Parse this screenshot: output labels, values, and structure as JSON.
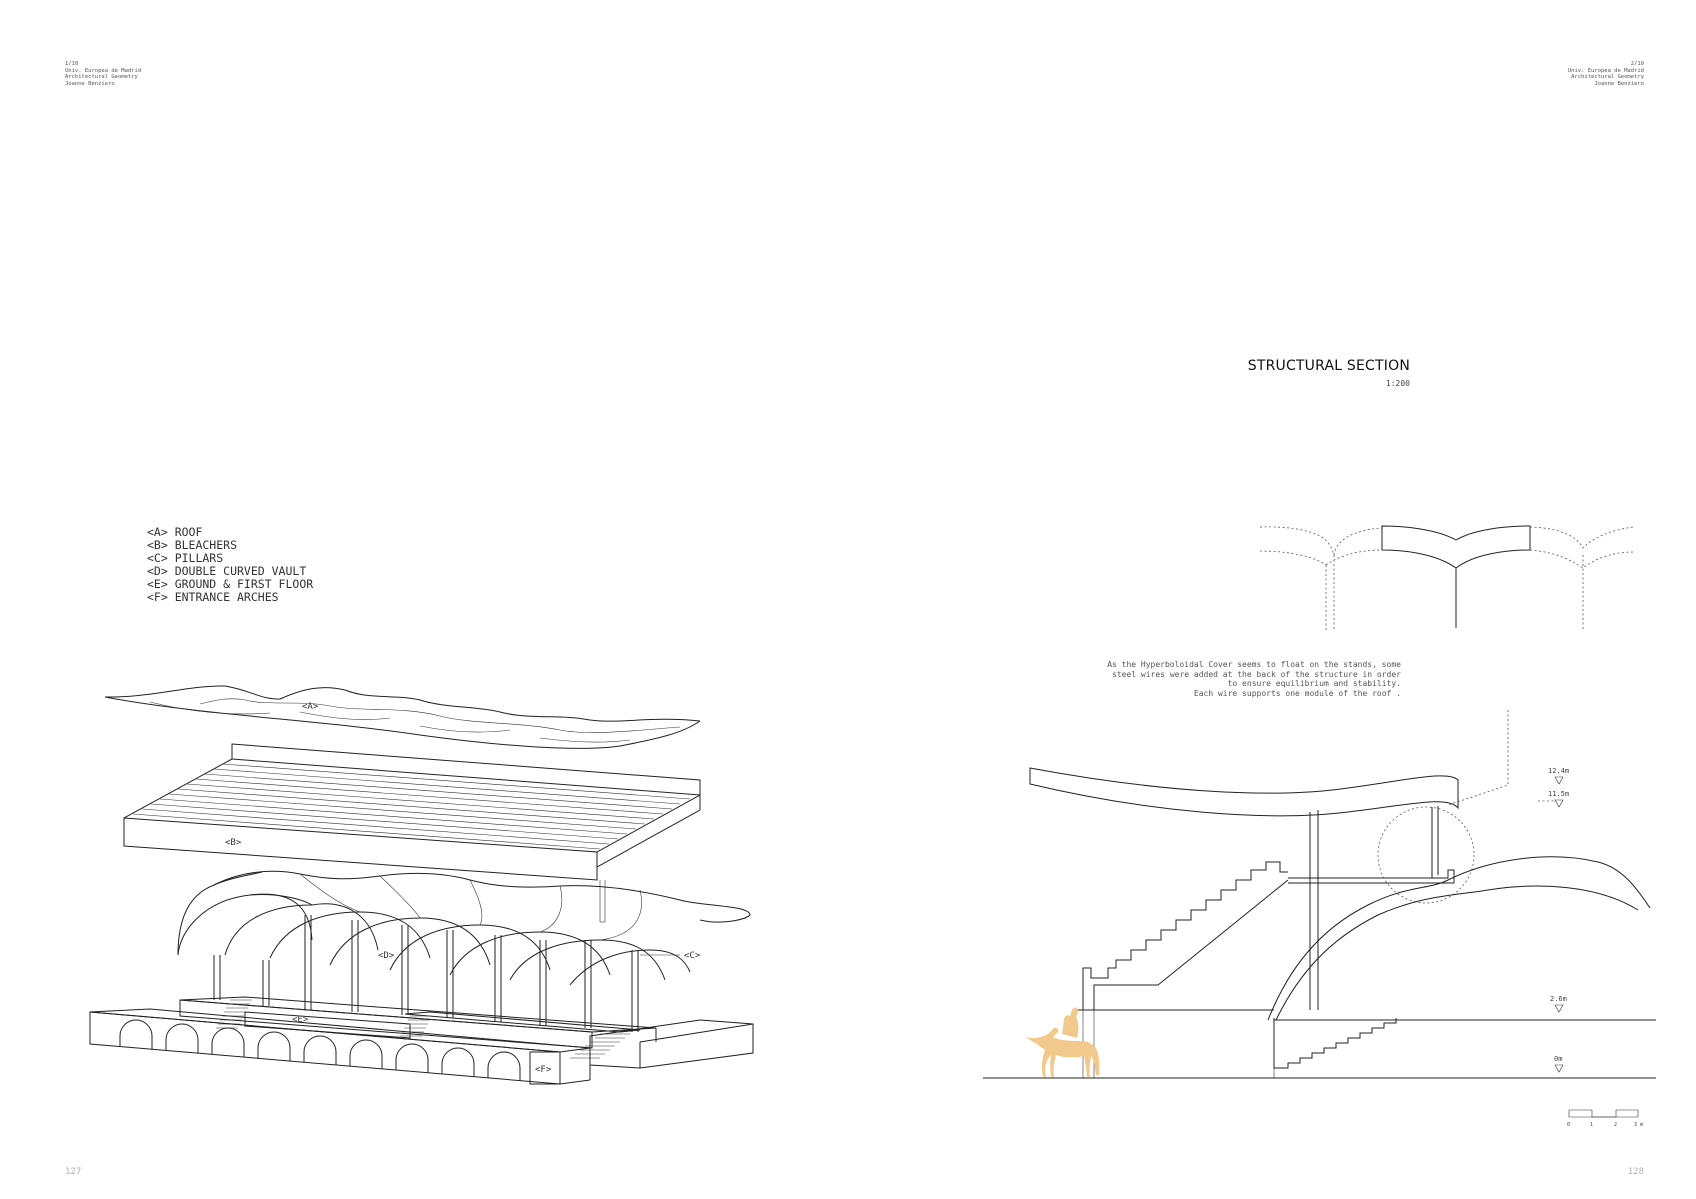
{
  "left_page": {
    "header": [
      "1/10",
      "Univ. Europea de Madrid",
      "Architectural Geometry",
      "Joanne Benziero"
    ],
    "legend": [
      "<A> ROOF",
      "<B> BLEACHERS",
      "<C> PILLARS",
      "<D> DOUBLE CURVED VAULT",
      "<E> GROUND & FIRST FLOOR",
      "<F> ENTRANCE ARCHES"
    ],
    "labels": {
      "a": "<A>",
      "b": "<B>",
      "c": "<C>",
      "d": "<D>",
      "e": "<E>",
      "f": "<F>"
    },
    "page_number": "127"
  },
  "right_page": {
    "header": [
      "2/10",
      "Univ. Europea de Madrid",
      "Architectural Geometry",
      "Joanne Benziero"
    ],
    "title": "STRUCTURAL SECTION",
    "scale": "1:200",
    "note": [
      "As the Hyperboloidal Cover seems to float on the stands, some",
      "steel wires were added at the back of the structure in order",
      "to ensure equilibrium and stability.",
      "Each wire supports one module of the roof ."
    ],
    "levels": [
      "12.4m",
      "11.5m",
      "2.6m",
      "0m"
    ],
    "scale_bar": [
      "0",
      "1",
      "2",
      "3 m"
    ],
    "figure_color": "#f2c98d",
    "page_number": "128"
  }
}
